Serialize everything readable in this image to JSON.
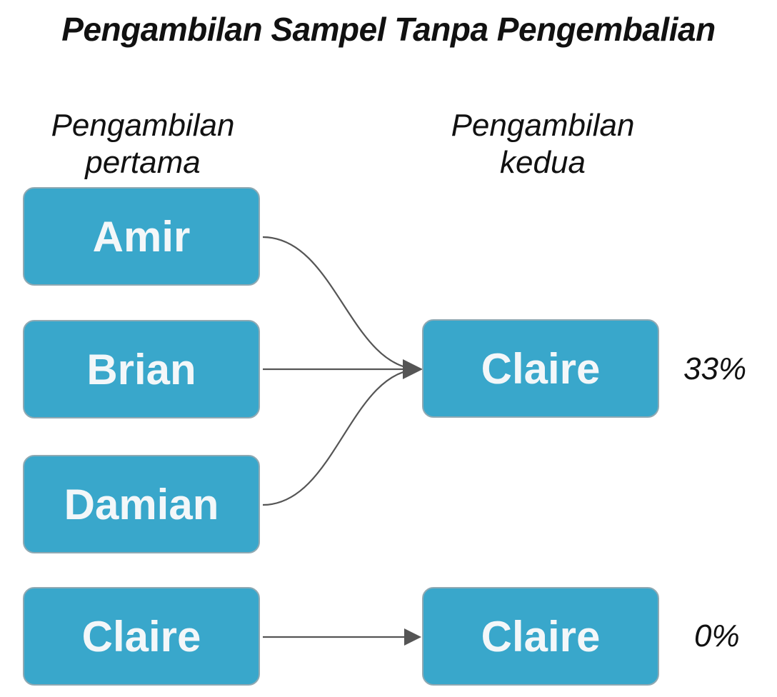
{
  "title": "Pengambilan Sampel Tanpa Pengembalian",
  "columns": {
    "first": [
      "Pengambilan",
      "pertama"
    ],
    "second": [
      "Pengambilan",
      "kedua"
    ]
  },
  "first_draw": [
    {
      "label": "Amir"
    },
    {
      "label": "Brian"
    },
    {
      "label": "Damian"
    },
    {
      "label": "Claire"
    }
  ],
  "second_draw": [
    {
      "label": "Claire",
      "probability": "33%",
      "from": [
        "Amir",
        "Brian",
        "Damian"
      ]
    },
    {
      "label": "Claire",
      "probability": "0%",
      "from": [
        "Claire"
      ]
    }
  ],
  "colors": {
    "node_fill": "#39a7cb",
    "node_border": "#8fa9b3",
    "node_text": "#f3f7f9",
    "arrow": "#555555"
  }
}
